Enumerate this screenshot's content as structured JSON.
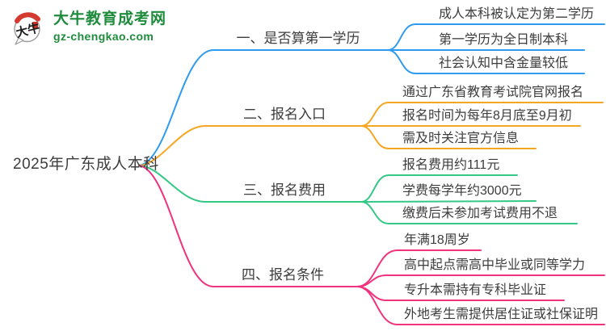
{
  "page": {
    "background": "#ffffff",
    "text_color": "#3d3d3d"
  },
  "logo": {
    "icon": "bull-speech-bubble-icon",
    "icon_text": "大牛",
    "title": "大牛教育成考网",
    "subtitle": "gz-chengkao.com",
    "brand_color": "#1e8c3c",
    "accent_red": "#d43a2f"
  },
  "mindmap": {
    "root": {
      "label": "2025年广东成人本科"
    },
    "branches": [
      {
        "label": "一、是否算第一学历",
        "color": "#2e9bf0",
        "leaves": [
          "成人本科被认定为第二学历",
          "第一学历为全日制本科",
          "社会认知中含金量较低"
        ]
      },
      {
        "label": "二、报名入口",
        "color": "#f5a623",
        "leaves": [
          "通过广东省教育考试院官网报名",
          "报名时间为每年8月底至9月初",
          "需及时关注官方信息"
        ]
      },
      {
        "label": "三、报名费用",
        "color": "#33c885",
        "leaves": [
          "报名费用约111元",
          "学费每学年约3000元",
          "缴费后未参加考试费用不退"
        ]
      },
      {
        "label": "四、报名条件",
        "color": "#f1337f",
        "leaves": [
          "年满18周岁",
          "高中起点需高中毕业或同等学力",
          "专升本需持有专科毕业证",
          "外地考生需提供居住证或社保证明"
        ]
      }
    ]
  }
}
